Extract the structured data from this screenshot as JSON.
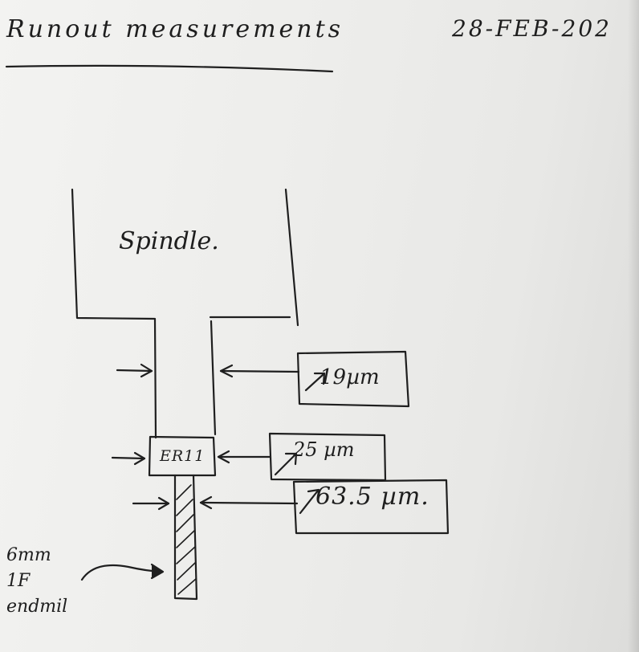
{
  "header": {
    "title": "Runout measurements",
    "date": "28-FEB-202"
  },
  "diagram": {
    "spindle_label": "Spindle.",
    "collet_label": "ER11",
    "measurements": [
      {
        "value": "19µm"
      },
      {
        "value": "25 µm"
      },
      {
        "value": "63.5 µm."
      }
    ],
    "tool_label": [
      "6mm",
      "1F",
      "endmil"
    ]
  }
}
